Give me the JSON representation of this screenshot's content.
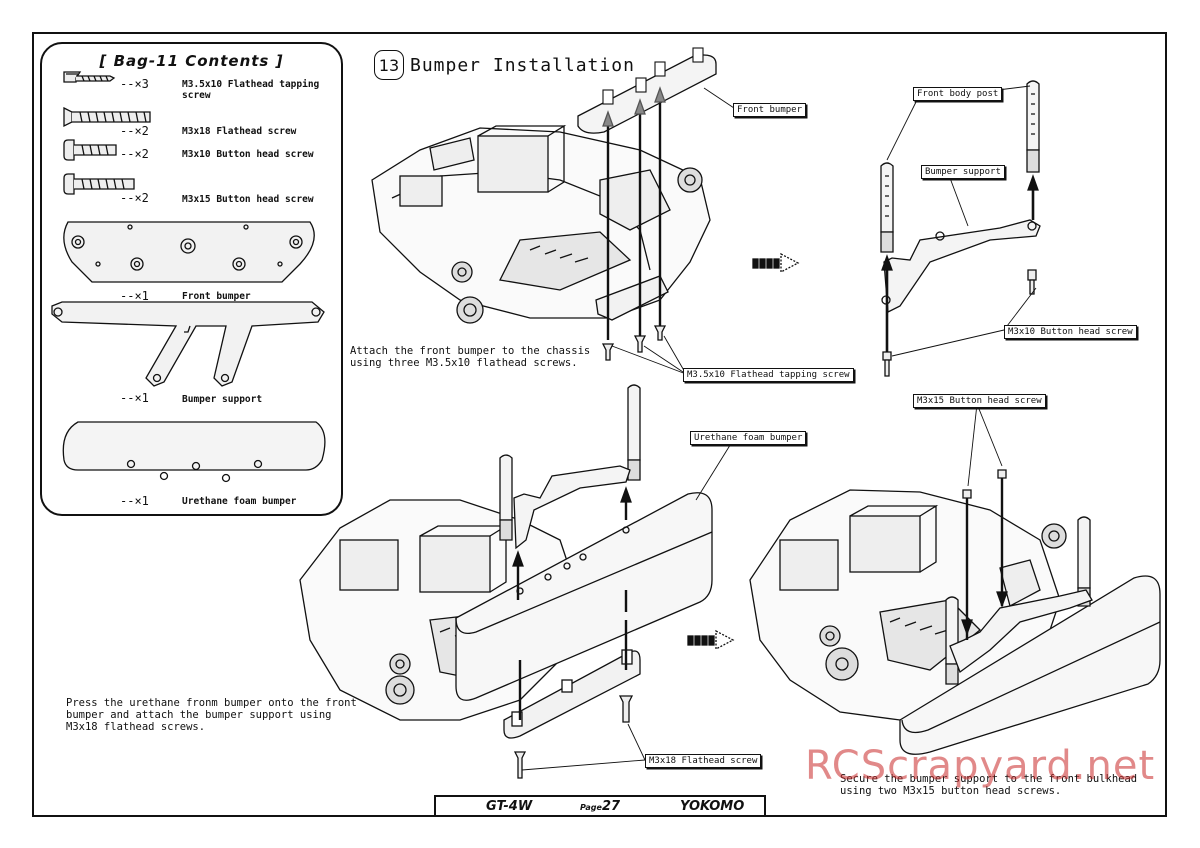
{
  "bag": {
    "title": "[ Bag-11 Contents ]",
    "items": [
      {
        "qty": "--×3",
        "name": "M3.5x10 Flathead tapping screw"
      },
      {
        "qty": "--×2",
        "name": "M3x18 Flathead screw"
      },
      {
        "qty": "--×2",
        "name": "M3x10 Button head screw"
      },
      {
        "qty": "--×2",
        "name": "M3x15 Button head screw"
      },
      {
        "qty": "--×1",
        "name": "Front bumper"
      },
      {
        "qty": "--×1",
        "name": "Bumper support"
      },
      {
        "qty": "--×1",
        "name": "Urethane foam bumper"
      }
    ]
  },
  "step": {
    "number": "13",
    "title": "Bumper Installation"
  },
  "callouts": {
    "front_bumper": "Front bumper",
    "front_body_post": "Front body post",
    "bumper_support": "Bumper support",
    "m3x10_button": "M3x10 Button head screw",
    "m35x10_tapping": "M3.5x10 Flathead tapping screw",
    "urethane_foam": "Urethane foam bumper",
    "m3x15_button": "M3x15 Button head screw",
    "m3x18_flat": "M3x18 Flathead screw"
  },
  "instructions": {
    "attach_front_bumper": "Attach the front bumper to the chassis\nusing three M3.5x10 flathead screws.",
    "press_urethane": "Press the urethane fronm bumper onto the front\nbumper and attach the bumper support using\nM3x18 flathead screws.",
    "secure_support": "Secure the bumper support to the front bulkhead\nusing two M3x15 button head screws."
  },
  "footer": {
    "model": "GT-4W",
    "page_label": "Page",
    "page_number": "27",
    "brand": "YOKOMO"
  },
  "watermark": "RCScrapyard.net"
}
